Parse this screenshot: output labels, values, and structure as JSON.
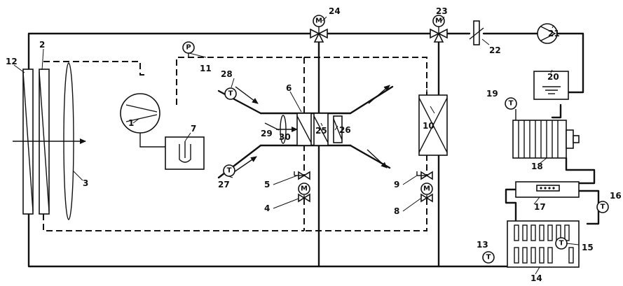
{
  "components": [
    {
      "id": "1",
      "label": "1",
      "kind": "compressor"
    },
    {
      "id": "2",
      "label": "2",
      "kind": "condenser"
    },
    {
      "id": "3",
      "label": "3",
      "kind": "fan"
    },
    {
      "id": "4",
      "label": "4",
      "kind": "motorized-valve"
    },
    {
      "id": "5",
      "label": "5",
      "kind": "valve"
    },
    {
      "id": "6",
      "label": "6",
      "kind": "evaporator"
    },
    {
      "id": "7",
      "label": "7",
      "kind": "accumulator"
    },
    {
      "id": "8",
      "label": "8",
      "kind": "motorized-valve"
    },
    {
      "id": "9",
      "label": "9",
      "kind": "valve"
    },
    {
      "id": "10",
      "label": "10",
      "kind": "chiller"
    },
    {
      "id": "11",
      "label": "11",
      "kind": "pressure-sensor"
    },
    {
      "id": "12",
      "label": "12",
      "kind": "radiator"
    },
    {
      "id": "13",
      "label": "13",
      "kind": "temperature-sensor"
    },
    {
      "id": "14",
      "label": "14",
      "kind": "battery-pack"
    },
    {
      "id": "15",
      "label": "15",
      "kind": "temperature-sensor"
    },
    {
      "id": "16",
      "label": "16",
      "kind": "temperature-sensor"
    },
    {
      "id": "17",
      "label": "17",
      "kind": "controller"
    },
    {
      "id": "18",
      "label": "18",
      "kind": "motor"
    },
    {
      "id": "19",
      "label": "19",
      "kind": "temperature-sensor"
    },
    {
      "id": "20",
      "label": "20",
      "kind": "expansion-tank"
    },
    {
      "id": "21",
      "label": "21",
      "kind": "pump"
    },
    {
      "id": "22",
      "label": "22",
      "kind": "valve"
    },
    {
      "id": "23",
      "label": "23",
      "kind": "three-way-valve"
    },
    {
      "id": "24",
      "label": "24",
      "kind": "three-way-valve"
    },
    {
      "id": "25",
      "label": "25",
      "kind": "heater-core"
    },
    {
      "id": "26",
      "label": "26",
      "kind": "ptc-heater"
    },
    {
      "id": "27",
      "label": "27",
      "kind": "temperature-sensor"
    },
    {
      "id": "28",
      "label": "28",
      "kind": "temperature-sensor"
    },
    {
      "id": "29",
      "label": "29",
      "kind": "air-door"
    },
    {
      "id": "30",
      "label": "30",
      "kind": "blower"
    }
  ],
  "symbols": {
    "motor": "M",
    "temperature": "T",
    "pressure": "P"
  }
}
